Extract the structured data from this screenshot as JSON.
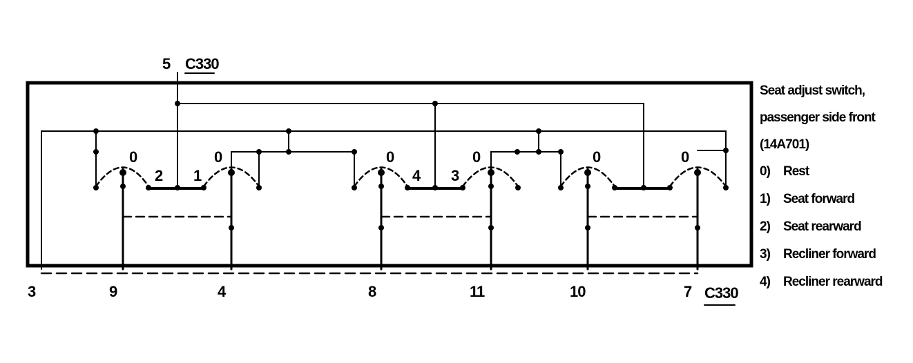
{
  "connector": "C330",
  "top_pin": "5",
  "bottom_pins": [
    "3",
    "9",
    "4",
    "8",
    "11",
    "10",
    "7"
  ],
  "position_marks": {
    "rest": "0",
    "seat_forward": "1",
    "seat_rearward": "2",
    "recliner_forward": "3",
    "recliner_rearward": "4"
  },
  "legend": {
    "title_lines": [
      "Seat adjust switch,",
      "passenger side front",
      "(14A701)"
    ],
    "items": [
      {
        "num": "0)",
        "label": "Rest"
      },
      {
        "num": "1)",
        "label": "Seat forward"
      },
      {
        "num": "2)",
        "label": "Seat rearward"
      },
      {
        "num": "3)",
        "label": "Recliner forward"
      },
      {
        "num": "4)",
        "label": "Recliner rearward"
      }
    ]
  }
}
